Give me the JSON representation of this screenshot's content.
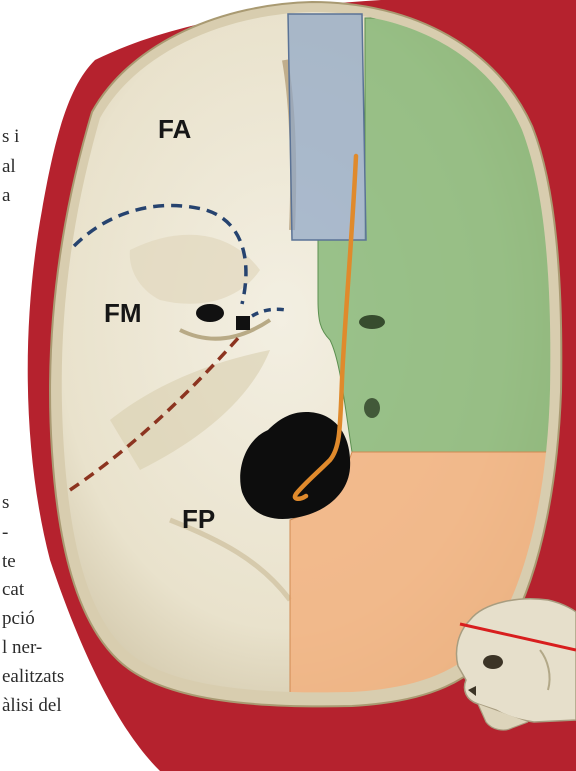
{
  "text_fragments": {
    "left_top": [
      "s i",
      "al",
      "a"
    ],
    "left_bottom": [
      "s",
      "-",
      "te",
      "cat",
      "pció",
      "l ner-",
      "ealitzats",
      "àlisi del"
    ]
  },
  "figure": {
    "labels": {
      "anterior": "FA",
      "middle": "FM",
      "posterior": "FP"
    },
    "colors": {
      "background": "#b5222e",
      "blue_region": "#8fa6c6",
      "green_region": "#77b06a",
      "orange_region": "#f3b07d",
      "nerve_path": "#e08a2c",
      "dashed_blue": "#26436f",
      "dashed_red": "#8c3420",
      "section_line": "#d81e1e"
    }
  }
}
